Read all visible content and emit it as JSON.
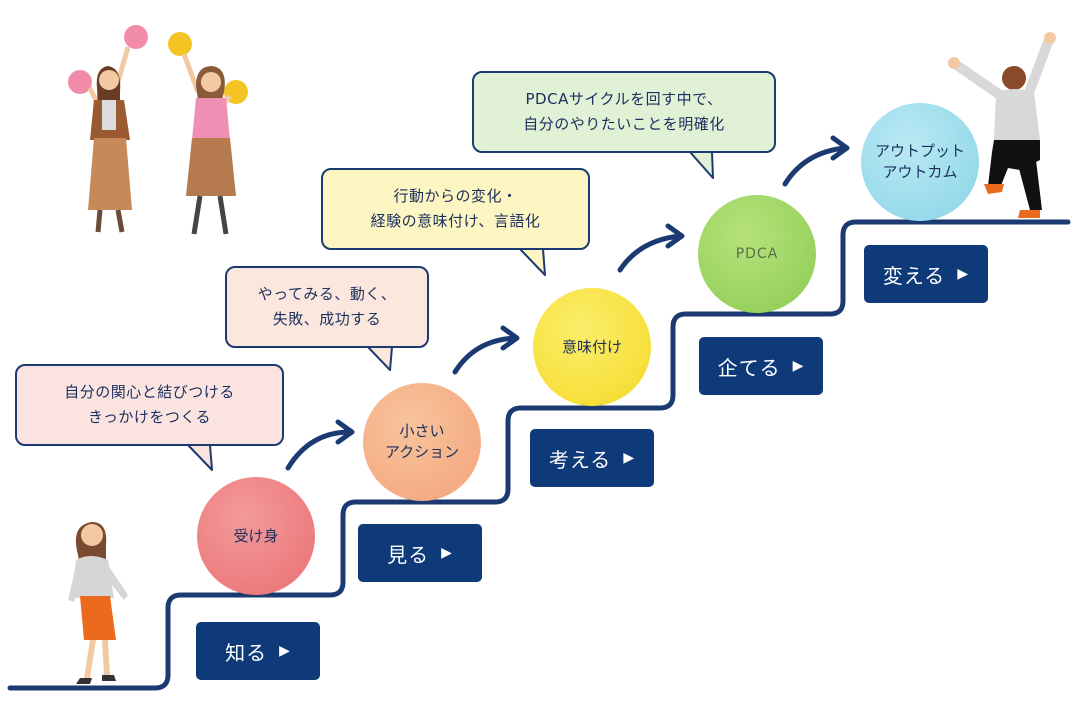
{
  "stages": [
    {
      "circle_label": "受け身",
      "bubble_text": "自分の関心と結びつける\nきっかけをつくる",
      "step_label": "知る",
      "circle_color": "#ea6f73",
      "bubble_color": "#fbe4e0"
    },
    {
      "circle_label": "小さい\nアクション",
      "bubble_text": "やってみる、動く、\n失敗、成功する",
      "step_label": "見る",
      "circle_color": "#f3a37c",
      "bubble_color": "#fbe7dd"
    },
    {
      "circle_label": "意味付け",
      "bubble_text": "行動からの変化・\n経験の意味付け、言語化",
      "step_label": "考える",
      "circle_color": "#f5d927",
      "bubble_color": "#fdf6c2"
    },
    {
      "circle_label": "PDCA",
      "bubble_text": "PDCAサイクルを回す中で、\n自分のやりたいことを明確化",
      "step_label": "企てる",
      "circle_color": "#8ccb52",
      "bubble_color": "#e1f1d5"
    },
    {
      "circle_label": "アウトプット\nアウトカム",
      "step_label": "変える",
      "circle_color": "#8ad4e8"
    }
  ],
  "step_arrow_glyph": "▶",
  "colors": {
    "navy": "#0e3a7a",
    "outline": "#1b3a72"
  },
  "icons": [
    "walking-woman-icon",
    "cheering-women-icon",
    "jumping-man-icon",
    "curved-arrow-icon",
    "play-triangle-icon"
  ]
}
